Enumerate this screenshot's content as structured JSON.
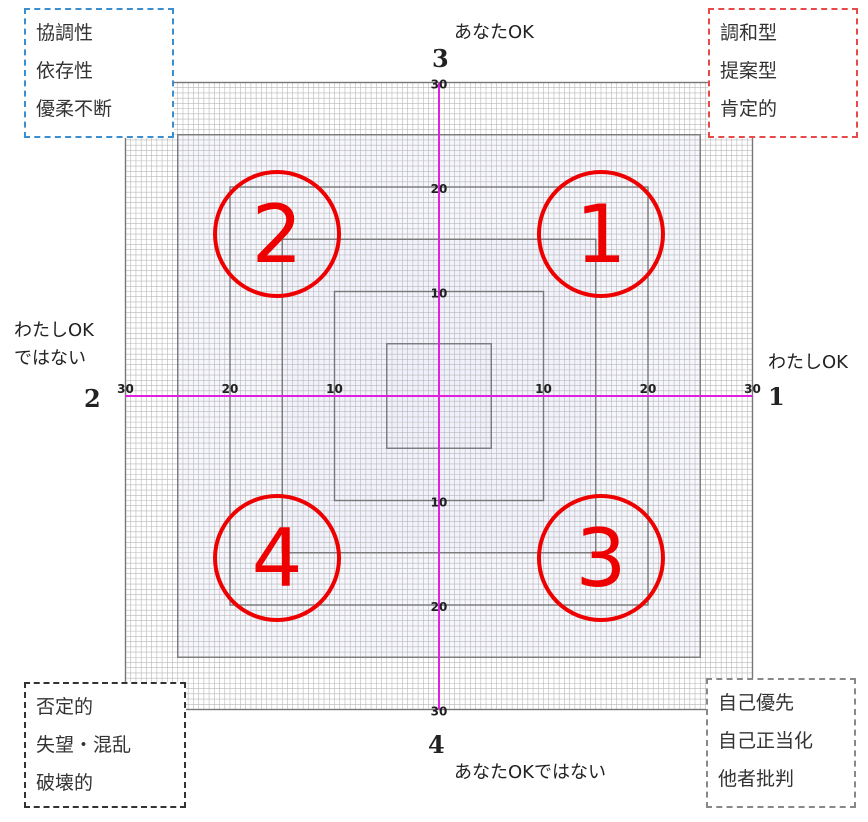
{
  "corner_boxes": {
    "top_left": [
      "協調性",
      "依存性",
      "優柔不断"
    ],
    "top_right": [
      "調和型",
      "提案型",
      "肯定的"
    ],
    "bottom_left": [
      "否定的",
      "失望・混乱",
      "破壊的"
    ],
    "bottom_right": [
      "自己優先",
      "自己正当化",
      "他者批判"
    ]
  },
  "axes": {
    "top": {
      "number": "3",
      "label": "あなたOK"
    },
    "bottom": {
      "number": "4",
      "label": "あなたOKではない"
    },
    "right": {
      "number": "1",
      "label": "わたしOK"
    },
    "left": {
      "number": "2",
      "label_line1": "わたしOK",
      "label_line2": "ではない"
    }
  },
  "scale": {
    "max": 30,
    "tick_labels": [
      "10",
      "20",
      "30"
    ]
  },
  "quadrants": [
    {
      "id": "q1",
      "label": "1",
      "position": "top-right"
    },
    {
      "id": "q2",
      "label": "2",
      "position": "top-left"
    },
    {
      "id": "q3",
      "label": "3",
      "position": "bottom-right"
    },
    {
      "id": "q4",
      "label": "4",
      "position": "bottom-left"
    }
  ],
  "colors": {
    "axis": "#e020e0",
    "quadrant_circle": "#ee0000",
    "grid_line": "#b8b8b8",
    "ring_border": "#777777",
    "ring_fill": "#eeeefc"
  }
}
